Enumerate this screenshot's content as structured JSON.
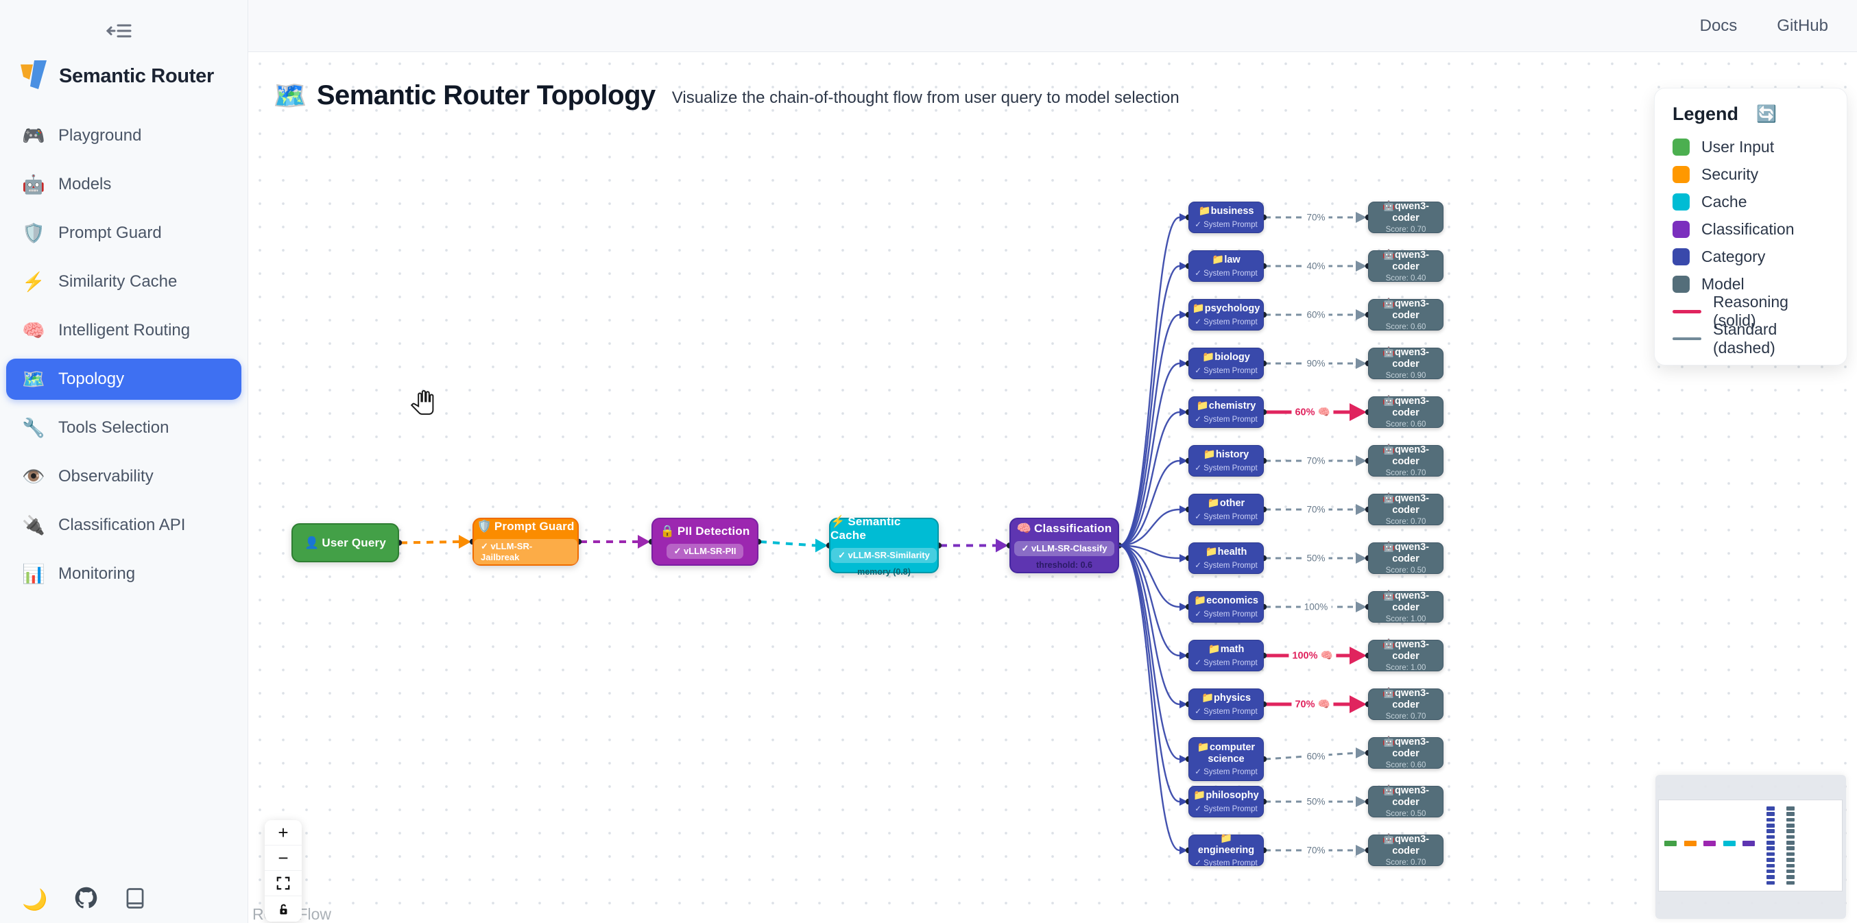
{
  "sidebar": {
    "brand": "Semantic Router",
    "items": [
      {
        "icon": "🎮",
        "label": "Playground",
        "active": false
      },
      {
        "icon": "🤖",
        "label": "Models",
        "active": false
      },
      {
        "icon": "🛡️",
        "label": "Prompt Guard",
        "active": false
      },
      {
        "icon": "⚡",
        "label": "Similarity Cache",
        "active": false
      },
      {
        "icon": "🧠",
        "label": "Intelligent Routing",
        "active": false
      },
      {
        "icon": "🗺️",
        "label": "Topology",
        "active": true
      },
      {
        "icon": "🔧",
        "label": "Tools Selection",
        "active": false
      },
      {
        "icon": "👁️",
        "label": "Observability",
        "active": false
      },
      {
        "icon": "🔌",
        "label": "Classification API",
        "active": false
      },
      {
        "icon": "📊",
        "label": "Monitoring",
        "active": false
      }
    ],
    "footer": {
      "dark_mode_icon": "🌙"
    }
  },
  "topbar": {
    "links": [
      "Docs",
      "GitHub"
    ]
  },
  "header": {
    "icon": "🗺️",
    "title": "Semantic Router Topology",
    "subtitle": "Visualize the chain-of-thought flow from user query to model selection"
  },
  "legend": {
    "title": "Legend",
    "refresh_icon": "🔄",
    "items": [
      {
        "label": "User Input",
        "color": "#4caf50"
      },
      {
        "label": "Security",
        "color": "#ff9800"
      },
      {
        "label": "Cache",
        "color": "#00bcd4"
      },
      {
        "label": "Classification",
        "color": "#7b2fbe"
      },
      {
        "label": "Category",
        "color": "#3949ab"
      },
      {
        "label": "Model",
        "color": "#546e7a"
      }
    ],
    "lines": [
      {
        "label": "Reasoning (solid)",
        "color": "#e0245e",
        "thick": true
      },
      {
        "label": "Standard (dashed)",
        "color": "#728a99",
        "thick": false
      }
    ]
  },
  "flow": {
    "pipeline": [
      {
        "icon": "👤",
        "title": "User Query",
        "color": "#43a047",
        "border": "#2e7d32"
      },
      {
        "icon": "🛡️",
        "title": "Prompt Guard",
        "badge": "✓ vLLM-SR-Jailbreak",
        "color": "#fb8c00",
        "border": "#ef6c00"
      },
      {
        "icon": "🔒",
        "title": "PII Detection",
        "badge": "✓ vLLM-SR-PII",
        "color": "#9c27b0",
        "border": "#7b1fa2"
      },
      {
        "icon": "⚡",
        "title": "Semantic Cache",
        "badge": "✓ vLLM-SR-Similarity",
        "sub": "memory (0.8)",
        "sub_color": "#0d616d",
        "color": "#00bcd4",
        "border": "#0097a7"
      },
      {
        "icon": "🧠",
        "title": "Classification",
        "badge": "✓ vLLM-SR-Classify",
        "sub": "threshold: 0.6",
        "sub_color": "#2b1a66",
        "color": "#5e35b1",
        "border": "#4527a0"
      }
    ],
    "pipeline_edge_colors": [
      "#fb8c00",
      "#9c27b0",
      "#00bcd4",
      "#7b2fbe"
    ],
    "category_icon": "📁",
    "category_sub": "✓ System Prompt",
    "category_color": "#3949ab",
    "category_border": "#2c3a92",
    "model_icon": "🤖",
    "model_name": "qwen3-coder",
    "score_prefix": "Score:",
    "model_color": "#546e7a",
    "model_border": "#415968",
    "reasoning_icon": "🧠",
    "reasoning_color": "#e0245e",
    "standard_color": "#7b8fa0",
    "fan_color": "#3949ab",
    "categories": [
      {
        "name": "business",
        "pct": "70%",
        "score": "0.70",
        "reasoning": false
      },
      {
        "name": "law",
        "pct": "40%",
        "score": "0.40",
        "reasoning": false
      },
      {
        "name": "psychology",
        "pct": "60%",
        "score": "0.60",
        "reasoning": false
      },
      {
        "name": "biology",
        "pct": "90%",
        "score": "0.90",
        "reasoning": false
      },
      {
        "name": "chemistry",
        "pct": "60%",
        "score": "0.60",
        "reasoning": true
      },
      {
        "name": "history",
        "pct": "70%",
        "score": "0.70",
        "reasoning": false
      },
      {
        "name": "other",
        "pct": "70%",
        "score": "0.70",
        "reasoning": false
      },
      {
        "name": "health",
        "pct": "50%",
        "score": "0.50",
        "reasoning": false
      },
      {
        "name": "economics",
        "pct": "100%",
        "score": "1.00",
        "reasoning": false
      },
      {
        "name": "math",
        "pct": "100%",
        "score": "1.00",
        "reasoning": true
      },
      {
        "name": "physics",
        "pct": "70%",
        "score": "0.70",
        "reasoning": true
      },
      {
        "name": "computer science",
        "pct": "60%",
        "score": "0.60",
        "reasoning": false
      },
      {
        "name": "philosophy",
        "pct": "50%",
        "score": "0.50",
        "reasoning": false
      },
      {
        "name": "engineering",
        "pct": "70%",
        "score": "0.70",
        "reasoning": false
      }
    ]
  },
  "controls": {
    "zoom_in": "+",
    "zoom_out": "−"
  },
  "attribution": "React Flow"
}
